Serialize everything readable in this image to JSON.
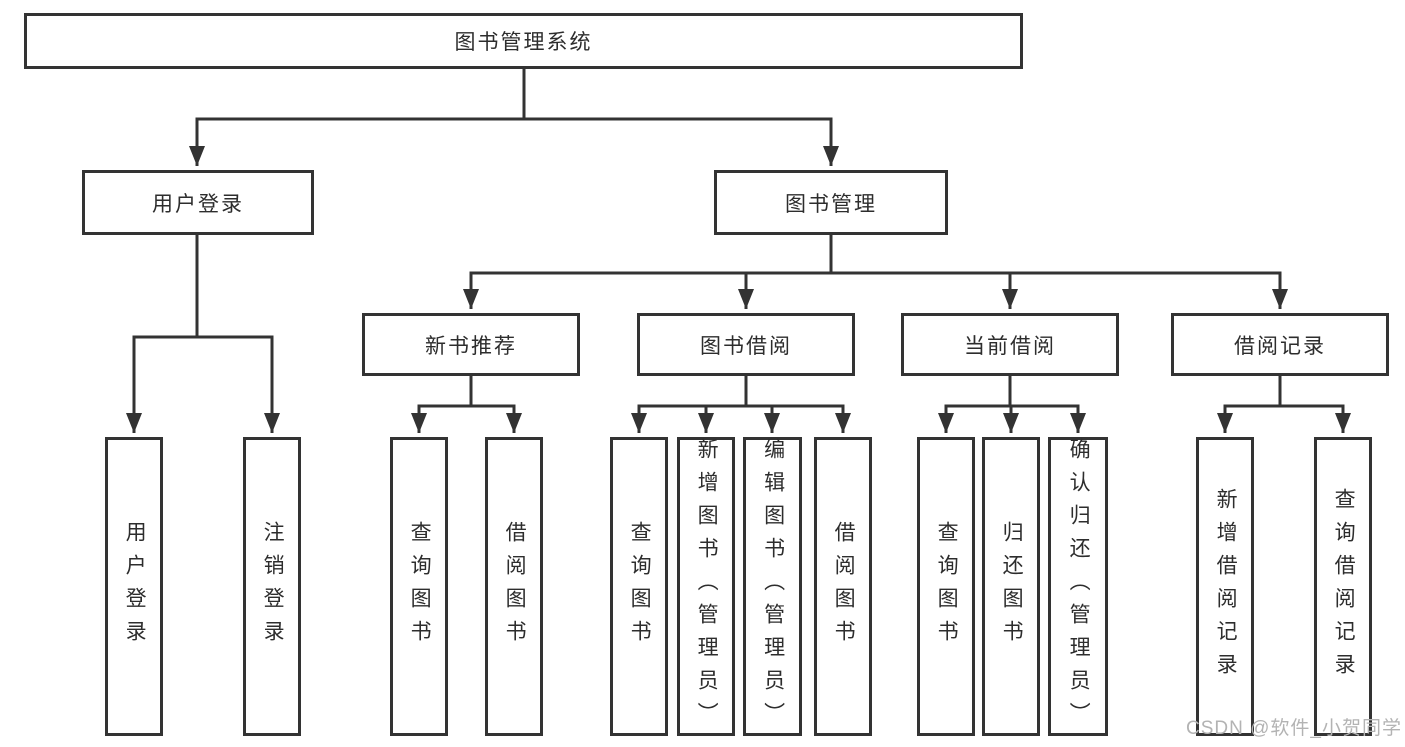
{
  "diagram": {
    "root": "图书管理系统",
    "branches": [
      {
        "label": "用户登录",
        "children": [
          "用户登录",
          "注销登录"
        ]
      },
      {
        "label": "图书管理",
        "children": [
          {
            "label": "新书推荐",
            "children": [
              "查询图书",
              "借阅图书"
            ]
          },
          {
            "label": "图书借阅",
            "children": [
              "查询图书",
              "新增图书（管理员）",
              "编辑图书（管理员）",
              "借阅图书"
            ]
          },
          {
            "label": "当前借阅",
            "children": [
              "查询图书",
              "归还图书",
              "确认归还（管理员）"
            ]
          },
          {
            "label": "借阅记录",
            "children": [
              "新增借阅记录",
              "查询借阅记录"
            ]
          }
        ]
      }
    ],
    "colors": {
      "line": "#333333",
      "border": "#333333",
      "text": "#2d2d2d",
      "watermark": "#b3b3b3"
    }
  },
  "watermark": "CSDN @软件_小贺同学"
}
